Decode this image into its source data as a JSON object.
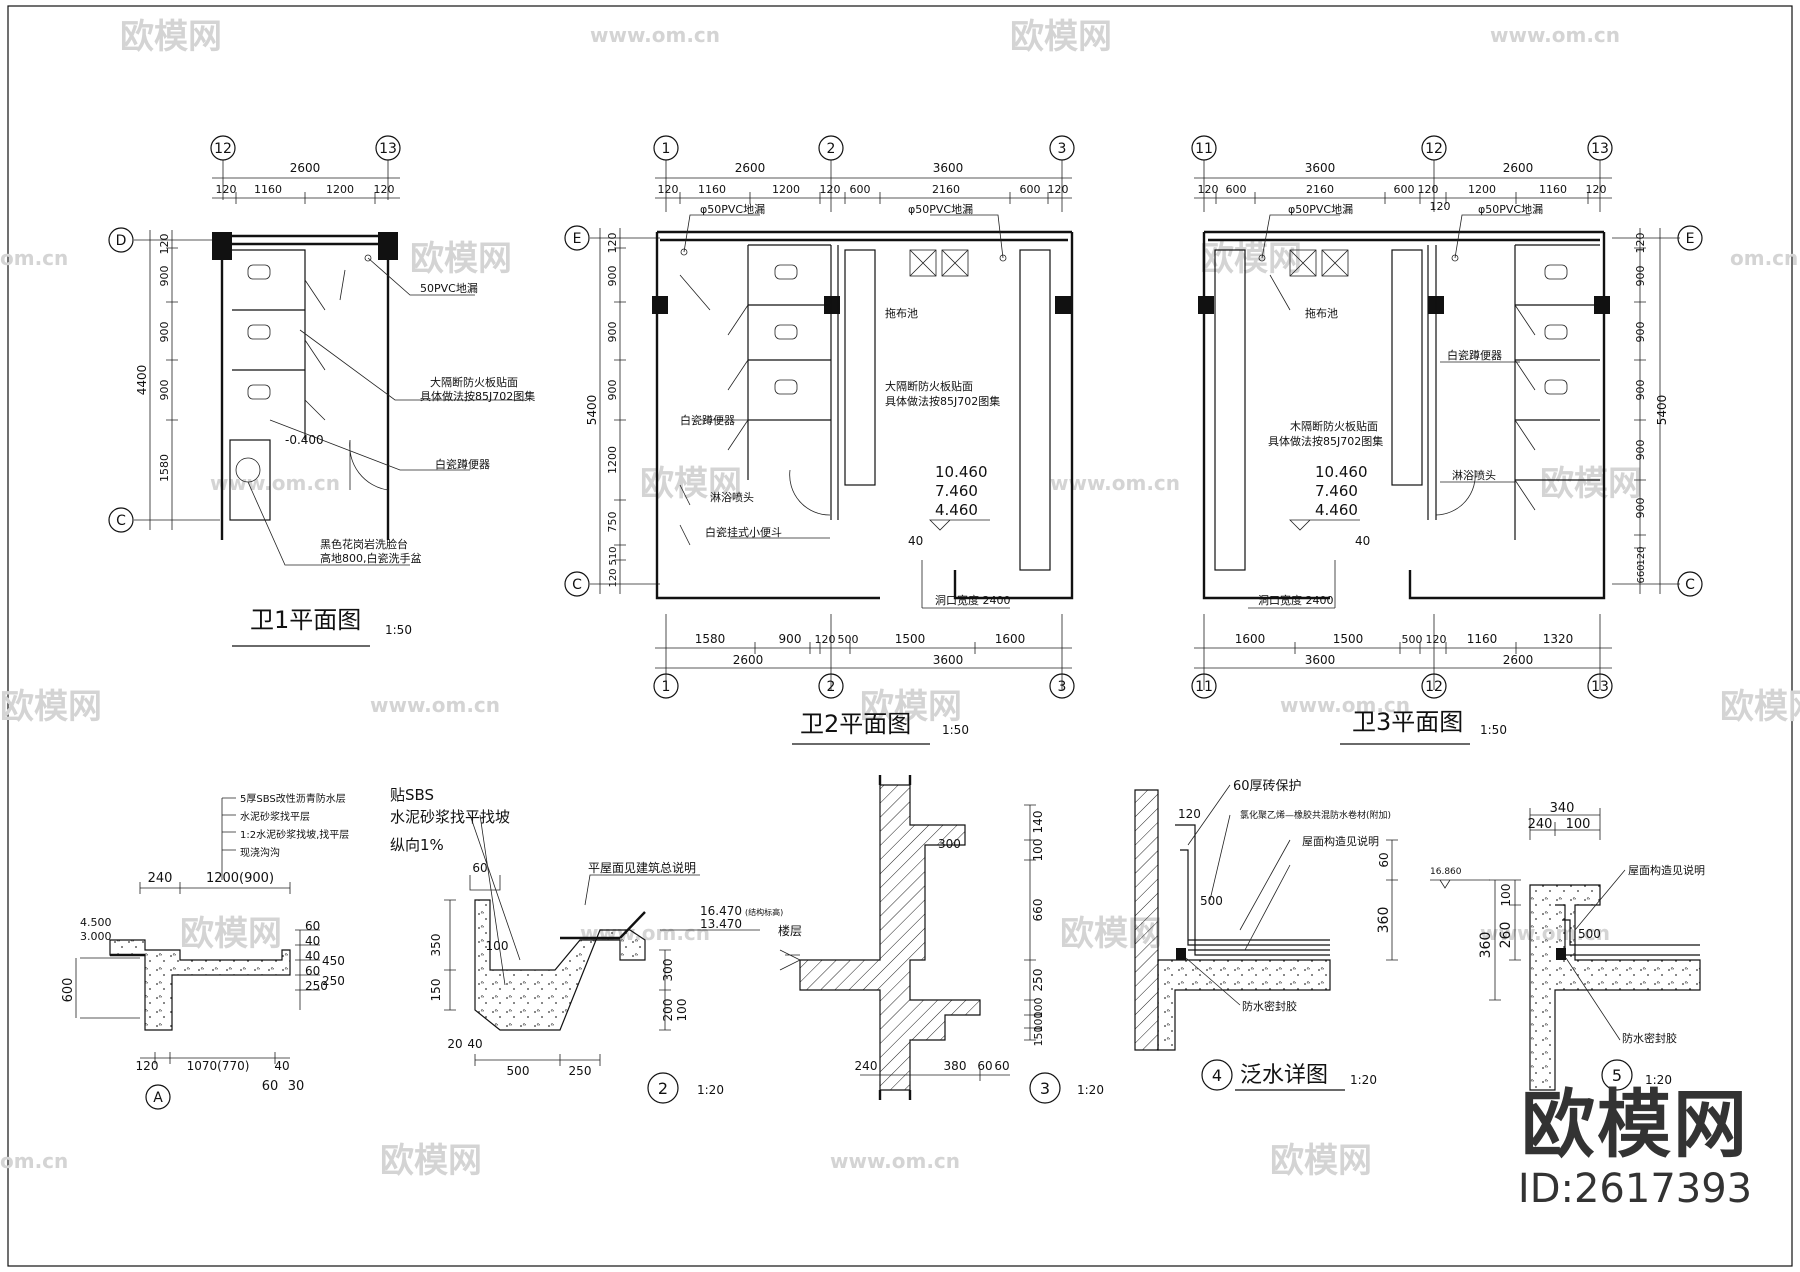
{
  "plan1": {
    "title": "卫1平面图",
    "scale": "1:50",
    "grid": [
      "12",
      "13",
      "D",
      "C"
    ],
    "dims_top": [
      "2600",
      "120",
      "1160",
      "1200",
      "120"
    ],
    "dims_left": [
      "120",
      "900",
      "900",
      "900",
      "1580",
      "4400"
    ],
    "notes": [
      "50PVC地漏",
      "大隔断防火板贴面",
      "具体做法按85J702图集",
      "白瓷蹲便器",
      "黑色花岗岩洗脸台",
      "高地800,白瓷洗手盆"
    ],
    "level": "-0.400"
  },
  "plan2": {
    "title": "卫2平面图",
    "scale": "1:50",
    "grid": [
      "1",
      "2",
      "3",
      "E",
      "C"
    ],
    "dims_top": [
      "2600",
      "3600",
      "120",
      "1160",
      "1200",
      "120",
      "600",
      "2160",
      "600",
      "120"
    ],
    "dims_left": [
      "120",
      "900",
      "900",
      "900",
      "1200",
      "750",
      "120",
      "510",
      "5400"
    ],
    "dims_bottom": [
      "1580",
      "900",
      "120",
      "500",
      "1500",
      "1600",
      "2600",
      "3600"
    ],
    "notes": [
      "φ50PVC地漏",
      "φ50PVC地漏",
      "拖布池",
      "大隔断防火板贴面",
      "具体做法按85J702图集",
      "白瓷蹲便器",
      "淋浴喷头",
      "白瓷挂式小便斗",
      "洞口宽度 2400"
    ],
    "levels": [
      "10.460",
      "7.460",
      "4.460"
    ],
    "slope": "40"
  },
  "plan3": {
    "title": "卫3平面图",
    "scale": "1:50",
    "grid": [
      "11",
      "12",
      "13",
      "E",
      "C"
    ],
    "dims_top": [
      "3600",
      "2600",
      "120",
      "600",
      "2160",
      "600",
      "120",
      "120",
      "1200",
      "1160",
      "120"
    ],
    "dims_right": [
      "120",
      "900",
      "900",
      "900",
      "900",
      "900",
      "120",
      "660",
      "5400"
    ],
    "dims_bottom": [
      "1600",
      "1500",
      "500",
      "120",
      "1160",
      "1320",
      "3600",
      "2600"
    ],
    "notes": [
      "φ50PVC地漏",
      "φ50PVC地漏",
      "拖布池",
      "白瓷蹲便器",
      "木隔断防火板贴面",
      "具体做法按85J702图集",
      "淋浴喷头",
      "洞口宽度 2400"
    ],
    "levels": [
      "10.460",
      "7.460",
      "4.460"
    ],
    "slope": "40"
  },
  "detailA": {
    "grid": "A",
    "layers": [
      "5厚SBS改性沥青防水层",
      "水泥砂浆找平层",
      "1:2水泥砂浆找坡,找平层",
      "现浇沟沟"
    ],
    "dims": [
      "240",
      "1200(900)",
      "120",
      "1070(770)",
      "40",
      "60",
      "30",
      "600",
      "60",
      "40",
      "40",
      "60",
      "250",
      "450",
      "250"
    ],
    "levels": [
      "4.500",
      "3.000"
    ]
  },
  "detail2": {
    "num": "2",
    "scale": "1:20",
    "notes": [
      "贴SBS",
      "水泥砂浆找平找坡",
      "纵向1%",
      "平屋面见建筑总说明"
    ],
    "levels": [
      "16.470",
      "13.470"
    ],
    "level_note": "(结构标高)",
    "dims": [
      "60",
      "100",
      "350",
      "150",
      "20",
      "40",
      "500",
      "250",
      "300",
      "200",
      "100"
    ]
  },
  "detail3": {
    "num": "3",
    "scale": "1:20",
    "notes": [
      "楼层"
    ],
    "dims": [
      "300",
      "140",
      "100",
      "660",
      "250",
      "100",
      "100",
      "150",
      "240",
      "380",
      "60",
      "60"
    ]
  },
  "detail4": {
    "num": "4",
    "title": "泛水详图",
    "scale": "1:20",
    "notes": [
      "60厚砖保护",
      "氯化聚乙烯—橡胶共混防水卷材(附加)",
      "屋面构造见说明",
      "防水密封胶"
    ],
    "dims": [
      "120",
      "500",
      "60",
      "360"
    ]
  },
  "detail5": {
    "num": "5",
    "scale": "1:20",
    "notes": [
      "屋面构造见说明",
      "防水密封胶"
    ],
    "dims": [
      "340",
      "240",
      "100",
      "100",
      "360",
      "260",
      "500"
    ],
    "level": "16.860"
  },
  "watermark": {
    "text_cn": "欧模网",
    "text_url": "www.om.cn",
    "text_short": "om.cn",
    "text_part": "欧模网"
  },
  "brand": {
    "name": "欧模网",
    "id": "ID:2617393"
  }
}
